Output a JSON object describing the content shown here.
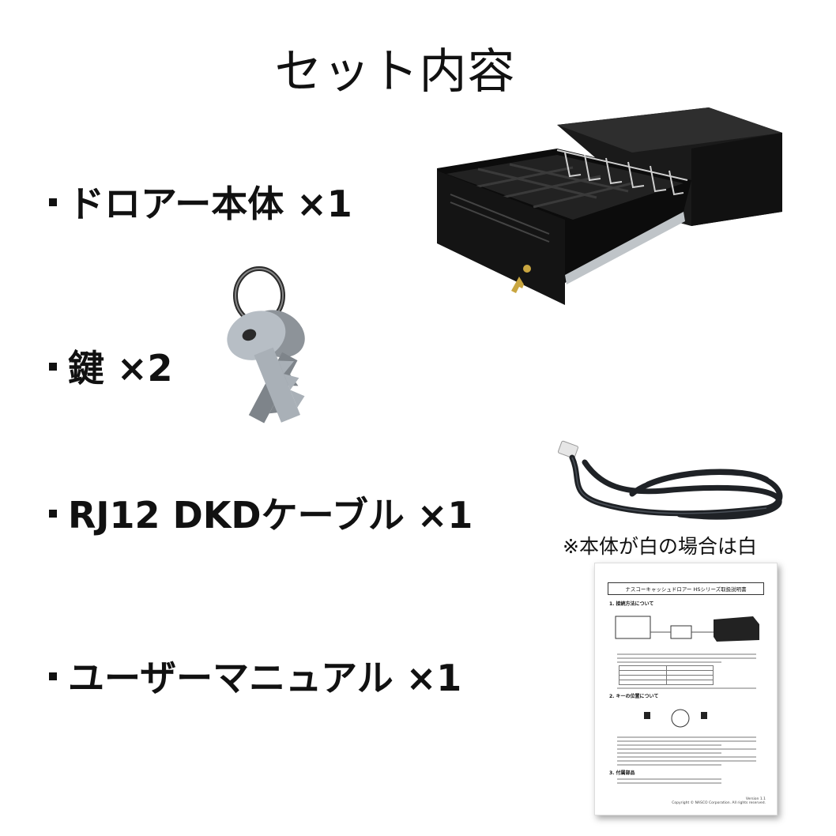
{
  "title": "セット内容",
  "items": [
    {
      "label": "ドロアー本体 ×1"
    },
    {
      "label": "鍵 ×2"
    },
    {
      "label": "RJ12 DKDケーブル ×1"
    },
    {
      "label": "ユーザーマニュアル ×1"
    }
  ],
  "note": "※本体が白の場合は白",
  "manual": {
    "header": "ナスコーキャッシュドロアー HSシリーズ取扱説明書",
    "section1": "1. 接続方法について",
    "section2": "2. キーの位置について",
    "section3": "3. 付属部品",
    "footer_version": "Version 1.1",
    "footer_copyright": "Copyright © NASCO Corporation. All rights reserved."
  }
}
